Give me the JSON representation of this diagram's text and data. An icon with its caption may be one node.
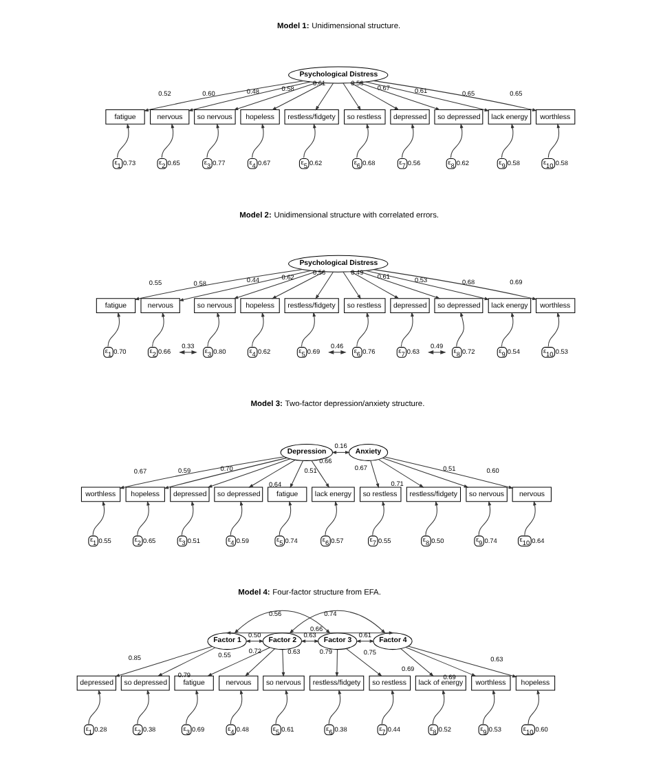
{
  "diagram": {
    "nodes": [
      {
        "text": [
          "Psychological Distress"
        ]
      },
      {
        "text": [
          "fatigue"
        ]
      },
      {
        "text": [
          "nervous"
        ]
      },
      {
        "text": [
          "so nervous"
        ]
      },
      {
        "text": [
          "hopeless"
        ]
      },
      {
        "text": [
          "restless/fidgety"
        ]
      },
      {
        "text": [
          "so restless"
        ]
      },
      {
        "text": [
          "depressed"
        ]
      },
      {
        "text": [
          "so depressed"
        ]
      },
      {
        "text": [
          "lack energy"
        ]
      },
      {
        "text": [
          "worthless"
        ]
      },
      {
        "text": [
          "ε$_{1}$"
        ],
        "beside": [
          "0.73"
        ]
      },
      {
        "text": [
          "ε$_{2}$"
        ],
        "beside": [
          "0.65"
        ]
      },
      {
        "text": [
          "ε$_{3}$"
        ],
        "beside": [
          "0.77"
        ]
      },
      {
        "text": [
          "ε$_{4}$"
        ],
        "beside": [
          "0.67"
        ]
      },
      {
        "text": [
          "ε$_{5}$"
        ],
        "beside": [
          "0.62"
        ]
      },
      {
        "text": [
          "ε$_{6}$"
        ],
        "beside": [
          "0.68"
        ]
      },
      {
        "text": [
          "ε$_{7}$"
        ],
        "beside": [
          "0.56"
        ]
      },
      {
        "text": [
          "ε$_{8}$"
        ],
        "beside": [
          "0.62"
        ]
      },
      {
        "text": [
          "ε$_{9}$"
        ],
        "beside": [
          "0.58"
        ]
      },
      {
        "text": [
          "ε$_{10}$"
        ],
        "beside": [
          "0.58"
        ]
      },
      {
        "text": [
          "Psychological Distress"
        ]
      },
      {
        "text": [
          "fatigue"
        ]
      },
      {
        "text": [
          "nervous"
        ]
      },
      {
        "text": [
          "so nervous"
        ]
      },
      {
        "text": [
          "hopeless"
        ]
      },
      {
        "text": [
          "restless/fidgety"
        ]
      },
      {
        "text": [
          "so restless"
        ]
      },
      {
        "text": [
          "depressed"
        ]
      },
      {
        "text": [
          "so depressed"
        ]
      },
      {
        "text": [
          "lack energy"
        ]
      },
      {
        "text": [
          "worthless"
        ]
      },
      {
        "text": [
          "ε$_{1}$"
        ],
        "beside": [
          "0.70"
        ]
      },
      {
        "text": [
          "ε$_{2}$"
        ],
        "beside": [
          "0.66"
        ]
      },
      {
        "text": [
          "ε$_{3}$"
        ],
        "beside": [
          "0.80"
        ]
      },
      {
        "text": [
          "ε$_{4}$"
        ],
        "beside": [
          "0.62"
        ]
      },
      {
        "text": [
          "ε$_{5}$"
        ],
        "beside": [
          "0.69"
        ]
      },
      {
        "text": [
          "ε$_{6}$"
        ],
        "beside": [
          "0.76"
        ]
      },
      {
        "text": [
          "ε$_{7}$"
        ],
        "beside": [
          "0.63"
        ]
      },
      {
        "text": [
          "ε$_{8}$"
        ],
        "beside": [
          "0.72"
        ]
      },
      {
        "text": [
          "ε$_{9}$"
        ],
        "beside": [
          "0.54"
        ]
      },
      {
        "text": [
          "ε$_{10}$"
        ],
        "beside": [
          "0.53"
        ]
      },
      {
        "text": [
          "Depression"
        ]
      },
      {
        "text": [
          "Anxiety"
        ]
      },
      {
        "text": [
          "worthless"
        ]
      },
      {
        "text": [
          "hopeless"
        ]
      },
      {
        "text": [
          "depressed"
        ]
      },
      {
        "text": [
          "so depressed"
        ]
      },
      {
        "text": [
          "fatigue"
        ]
      },
      {
        "text": [
          "lack energy"
        ]
      },
      {
        "text": [
          "so restless"
        ]
      },
      {
        "text": [
          "restless/fidgety"
        ]
      },
      {
        "text": [
          "so nervous"
        ]
      },
      {
        "text": [
          "nervous"
        ]
      },
      {
        "text": [
          "ε$_{1}$"
        ],
        "beside": [
          "0.55"
        ]
      },
      {
        "text": [
          "ε$_{2}$"
        ],
        "beside": [
          "0.65"
        ]
      },
      {
        "text": [
          "ε$_{3}$"
        ],
        "beside": [
          "0.51"
        ]
      },
      {
        "text": [
          "ε$_{4}$"
        ],
        "beside": [
          "0.59"
        ]
      },
      {
        "text": [
          "ε$_{5}$"
        ],
        "beside": [
          "0.74"
        ]
      },
      {
        "text": [
          "ε$_{6}$"
        ],
        "beside": [
          "0.57"
        ]
      },
      {
        "text": [
          "ε$_{7}$"
        ],
        "beside": [
          "0.55"
        ]
      },
      {
        "text": [
          "ε$_{8}$"
        ],
        "beside": [
          "0.50"
        ]
      },
      {
        "text": [
          "ε$_{9}$"
        ],
        "beside": [
          "0.74"
        ]
      },
      {
        "text": [
          "ε$_{10}$"
        ],
        "beside": [
          "0.64"
        ]
      },
      {
        "text": [
          "Factor 1"
        ]
      },
      {
        "text": [
          "Factor 2"
        ]
      },
      {
        "text": [
          "Factor 3"
        ]
      },
      {
        "text": [
          "Factor 4"
        ]
      },
      {
        "text": [
          "depressed"
        ]
      },
      {
        "text": [
          "so depressed"
        ]
      },
      {
        "text": [
          "fatigue"
        ]
      },
      {
        "text": [
          "nervous"
        ]
      },
      {
        "text": [
          "so nervous"
        ]
      },
      {
        "text": [
          "restless/fidgety"
        ]
      },
      {
        "text": [
          "so restless"
        ]
      },
      {
        "text": [
          "lack of energy"
        ]
      },
      {
        "text": [
          "worthless"
        ]
      },
      {
        "text": [
          "hopeless"
        ]
      },
      {
        "text": [
          "ε$_{1}$"
        ],
        "beside": [
          "0.28"
        ]
      },
      {
        "text": [
          "ε$_{2}$"
        ],
        "beside": [
          "0.38"
        ]
      },
      {
        "text": [
          "ε$_{3}$"
        ],
        "beside": [
          "0.69"
        ]
      },
      {
        "text": [
          "ε$_{4}$"
        ],
        "beside": [
          "0.48"
        ]
      },
      {
        "text": [
          "ε$_{5}$"
        ],
        "beside": [
          "0.61"
        ]
      },
      {
        "text": [
          "ε$_{6}$"
        ],
        "beside": [
          "0.38"
        ]
      },
      {
        "text": [
          "ε$_{7}$"
        ],
        "beside": [
          "0.44"
        ]
      },
      {
        "text": [
          "ε$_{8}$"
        ],
        "beside": [
          "0.52"
        ]
      },
      {
        "text": [
          "ε$_{9}$"
        ],
        "beside": [
          "0.53"
        ]
      },
      {
        "text": [
          "ε$_{10}$"
        ],
        "beside": [
          "0.60"
        ]
      }
    ],
    "edges": [
      {
        "from": 0,
        "to": 1,
        "arrow": "to",
        "label": "0.52"
      },
      {
        "from": 0,
        "to": 2,
        "arrow": "to",
        "label": "0.60"
      },
      {
        "from": 0,
        "to": 3,
        "arrow": "to",
        "label": "0.48"
      },
      {
        "from": 0,
        "to": 4,
        "arrow": "to",
        "label": "0.58"
      },
      {
        "from": 0,
        "to": 5,
        "arrow": "to",
        "label": "0.61"
      },
      {
        "from": 0,
        "to": 6,
        "arrow": "to",
        "label": "0.56"
      },
      {
        "from": 0,
        "to": 7,
        "arrow": "to",
        "label": "0.67"
      },
      {
        "from": 0,
        "to": 8,
        "arrow": "to",
        "label": "0.61"
      },
      {
        "from": 0,
        "to": 9,
        "arrow": "to",
        "label": "0.65"
      },
      {
        "from": 0,
        "to": 10,
        "arrow": "to",
        "label": "0.65"
      },
      {
        "from": 11,
        "to": 1,
        "arrow": "to"
      },
      {
        "from": 12,
        "to": 2,
        "arrow": "to"
      },
      {
        "from": 13,
        "to": 3,
        "arrow": "to"
      },
      {
        "from": 14,
        "to": 4,
        "arrow": "to"
      },
      {
        "from": 15,
        "to": 5,
        "arrow": "to"
      },
      {
        "from": 16,
        "to": 6,
        "arrow": "to"
      },
      {
        "from": 17,
        "to": 7,
        "arrow": "to"
      },
      {
        "from": 18,
        "to": 8,
        "arrow": "to"
      },
      {
        "from": 19,
        "to": 9,
        "arrow": "to"
      },
      {
        "from": 20,
        "to": 10,
        "arrow": "to"
      },
      {
        "from": 21,
        "to": 22,
        "arrow": "to",
        "label": "0.55"
      },
      {
        "from": 21,
        "to": 23,
        "arrow": "to",
        "label": "0.58"
      },
      {
        "from": 21,
        "to": 24,
        "arrow": "to",
        "label": "0.44"
      },
      {
        "from": 21,
        "to": 25,
        "arrow": "to",
        "label": "0.62"
      },
      {
        "from": 21,
        "to": 26,
        "arrow": "to",
        "label": "0.56"
      },
      {
        "from": 21,
        "to": 27,
        "arrow": "to",
        "label": "0.49"
      },
      {
        "from": 21,
        "to": 28,
        "arrow": "to",
        "label": "0.61"
      },
      {
        "from": 21,
        "to": 29,
        "arrow": "to",
        "label": "0.53"
      },
      {
        "from": 21,
        "to": 30,
        "arrow": "to",
        "label": "0.68"
      },
      {
        "from": 21,
        "to": 31,
        "arrow": "to",
        "label": "0.69"
      },
      {
        "from": 32,
        "to": 22,
        "arrow": "to"
      },
      {
        "from": 33,
        "to": 23,
        "arrow": "to"
      },
      {
        "from": 34,
        "to": 24,
        "arrow": "to"
      },
      {
        "from": 35,
        "to": 25,
        "arrow": "to"
      },
      {
        "from": 36,
        "to": 26,
        "arrow": "to"
      },
      {
        "from": 37,
        "to": 27,
        "arrow": "to"
      },
      {
        "from": 38,
        "to": 28,
        "arrow": "to"
      },
      {
        "from": 39,
        "to": 29,
        "arrow": "to"
      },
      {
        "from": 40,
        "to": 30,
        "arrow": "to"
      },
      {
        "from": 41,
        "to": 31,
        "arrow": "to"
      },
      {
        "from": 33,
        "to": 34,
        "arrow": "both",
        "label": "0.33"
      },
      {
        "from": 36,
        "to": 37,
        "arrow": "both",
        "label": "0.46"
      },
      {
        "from": 38,
        "to": 39,
        "arrow": "both",
        "label": "0.49"
      },
      {
        "from": 42,
        "to": 43,
        "arrow": "both",
        "label": "0.16"
      },
      {
        "from": 42,
        "to": 44,
        "arrow": "to",
        "label": "0.67"
      },
      {
        "from": 42,
        "to": 45,
        "arrow": "to",
        "label": "0.59"
      },
      {
        "from": 42,
        "to": 46,
        "arrow": "to",
        "label": "0.70"
      },
      {
        "from": 42,
        "to": 47,
        "arrow": "to",
        "label": "0.64"
      },
      {
        "from": 42,
        "to": 48,
        "arrow": "to",
        "label": "0.51"
      },
      {
        "from": 42,
        "to": 49,
        "arrow": "to",
        "label": "0.66"
      },
      {
        "from": 43,
        "to": 50,
        "arrow": "to",
        "label": "0.67"
      },
      {
        "from": 43,
        "to": 51,
        "arrow": "to",
        "label": "0.71"
      },
      {
        "from": 43,
        "to": 52,
        "arrow": "to",
        "label": "0.51"
      },
      {
        "from": 43,
        "to": 53,
        "arrow": "to",
        "label": "0.60"
      },
      {
        "from": 54,
        "to": 44,
        "arrow": "to"
      },
      {
        "from": 55,
        "to": 45,
        "arrow": "to"
      },
      {
        "from": 56,
        "to": 46,
        "arrow": "to"
      },
      {
        "from": 57,
        "to": 47,
        "arrow": "to"
      },
      {
        "from": 58,
        "to": 48,
        "arrow": "to"
      },
      {
        "from": 59,
        "to": 49,
        "arrow": "to"
      },
      {
        "from": 60,
        "to": 50,
        "arrow": "to"
      },
      {
        "from": 61,
        "to": 51,
        "arrow": "to"
      },
      {
        "from": 62,
        "to": 52,
        "arrow": "to"
      },
      {
        "from": 63,
        "to": 53,
        "arrow": "to"
      },
      {
        "from": 64,
        "to": 67,
        "arrow": "both",
        "label": "0.66"
      },
      {
        "from": 64,
        "to": 66,
        "arrow": "both",
        "label": "0.56"
      },
      {
        "from": 65,
        "to": 67,
        "arrow": "both",
        "label": "0.74"
      },
      {
        "from": 64,
        "to": 65,
        "arrow": "both",
        "label": "0.50"
      },
      {
        "from": 65,
        "to": 66,
        "arrow": "both",
        "label": "0.63"
      },
      {
        "from": 66,
        "to": 67,
        "arrow": "both",
        "label": "0.61"
      },
      {
        "from": 64,
        "to": 68,
        "arrow": "to",
        "label": "0.85"
      },
      {
        "from": 64,
        "to": 69,
        "arrow": "to",
        "label": "0.79"
      },
      {
        "from": 65,
        "to": 70,
        "arrow": "to",
        "label": "0.55"
      },
      {
        "from": 65,
        "to": 71,
        "arrow": "to",
        "label": "0.72"
      },
      {
        "from": 65,
        "to": 72,
        "arrow": "to",
        "label": "0.63"
      },
      {
        "from": 66,
        "to": 73,
        "arrow": "to",
        "label": "0.79"
      },
      {
        "from": 66,
        "to": 74,
        "arrow": "to",
        "label": "0.75"
      },
      {
        "from": 67,
        "to": 75,
        "arrow": "to",
        "label": "0.69"
      },
      {
        "from": 67,
        "to": 76,
        "arrow": "to",
        "label": "0.69"
      },
      {
        "from": 67,
        "to": 77,
        "arrow": "to",
        "label": "0.63"
      },
      {
        "from": 78,
        "to": 68,
        "arrow": "to"
      },
      {
        "from": 79,
        "to": 69,
        "arrow": "to"
      },
      {
        "from": 80,
        "to": 70,
        "arrow": "to"
      },
      {
        "from": 81,
        "to": 71,
        "arrow": "to"
      },
      {
        "from": 82,
        "to": 72,
        "arrow": "to"
      },
      {
        "from": 83,
        "to": 73,
        "arrow": "to"
      },
      {
        "from": 84,
        "to": 74,
        "arrow": "to"
      },
      {
        "from": 85,
        "to": 75,
        "arrow": "to"
      },
      {
        "from": 86,
        "to": 76,
        "arrow": "to"
      },
      {
        "from": 87,
        "to": 77,
        "arrow": "to"
      }
    ],
    "labels": [
      "**Model 1:** Unidimensional structure.",
      "**Model 2:** Unidimensional structure with correlated errors.",
      "**Model 3:** Two-factor depression/anxiety structure.",
      "**Model 4:** Four-factor structure from EFA."
    ]
  }
}
